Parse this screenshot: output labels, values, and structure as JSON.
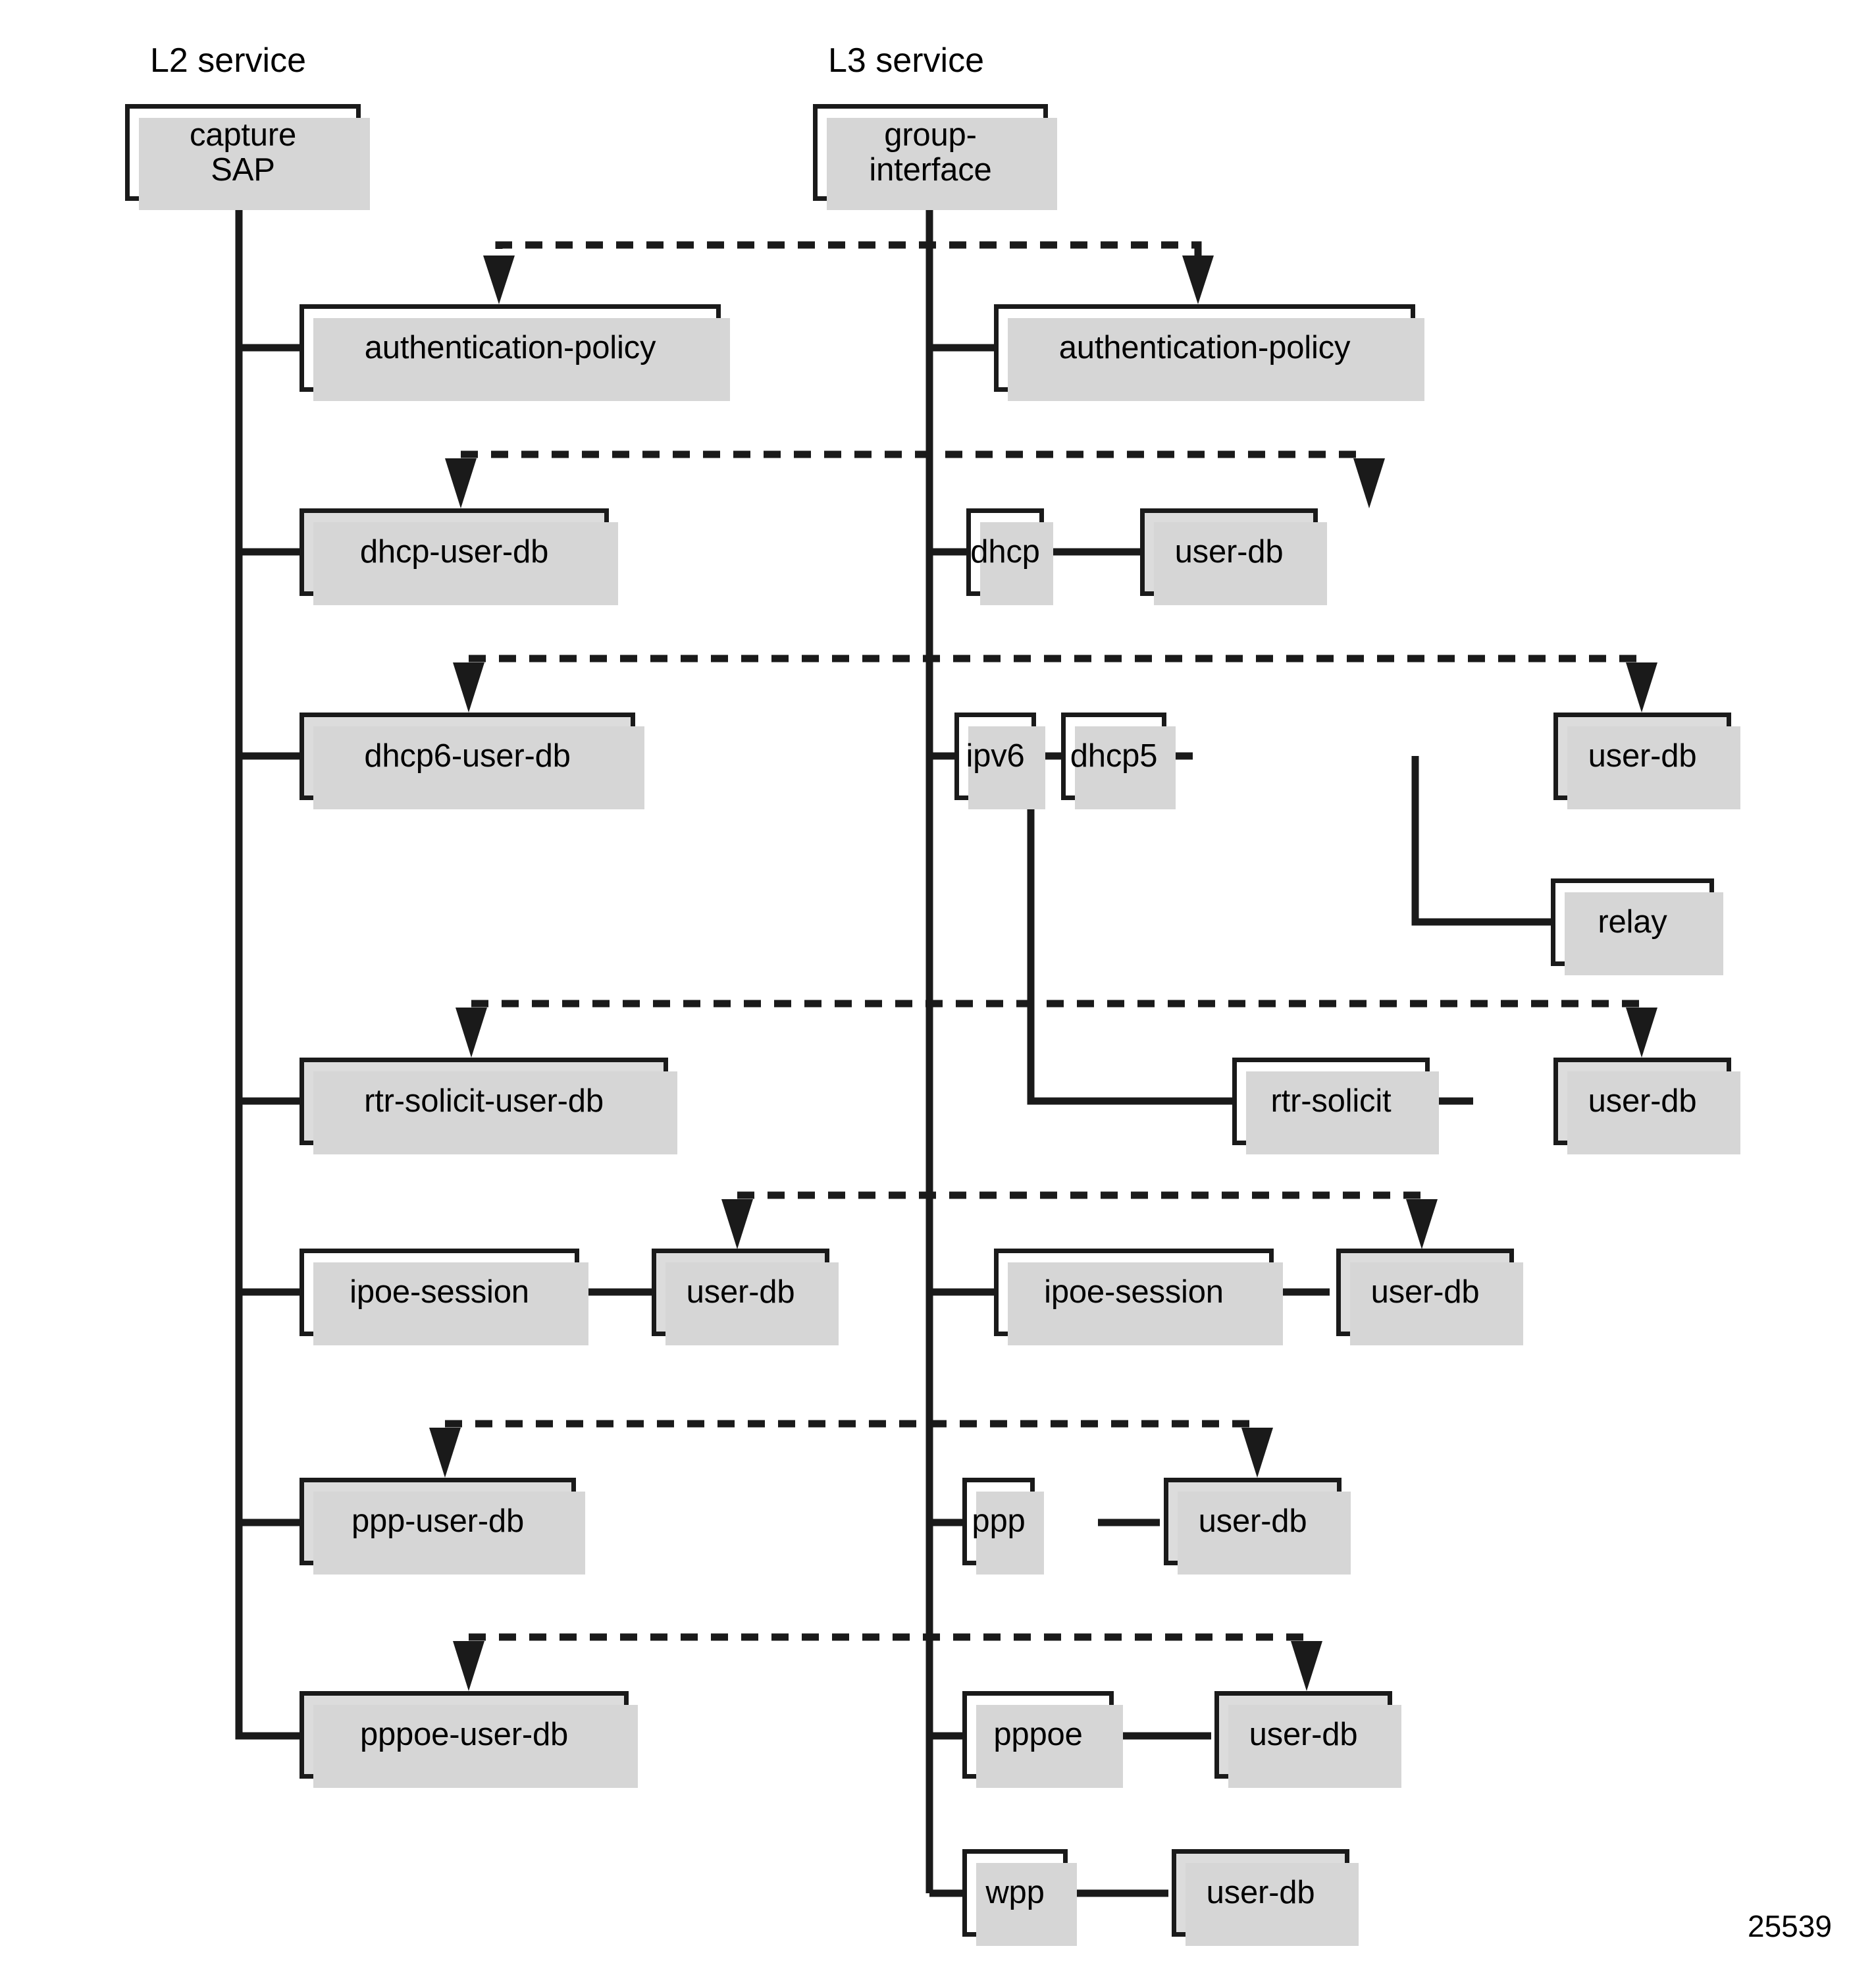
{
  "figure": {
    "number": "25539",
    "columns": [
      {
        "id": "l2",
        "header": "L2 service",
        "root": "capture\nSAP"
      },
      {
        "id": "l3",
        "header": "L3 service",
        "root": "group-\ninterface"
      }
    ],
    "rows": [
      {
        "id": "authentication-policy",
        "l2": [
          {
            "label": "authentication-policy",
            "shaded": false
          }
        ],
        "l3": [
          {
            "label": "authentication-policy",
            "shaded": false
          }
        ]
      },
      {
        "id": "dhcp",
        "l2": [
          {
            "label": "dhcp-user-db",
            "shaded": true
          }
        ],
        "l3": [
          {
            "label": "dhcp",
            "shaded": false
          },
          {
            "label": "user-db",
            "shaded": true
          }
        ]
      },
      {
        "id": "dhcp6",
        "l2": [
          {
            "label": "dhcp6-user-db",
            "shaded": true
          }
        ],
        "l3": [
          {
            "label": "ipv6",
            "shaded": false
          },
          {
            "label": "dhcp5",
            "shaded": false
          },
          {
            "label": "user-db",
            "shaded": true
          },
          {
            "label": "relay",
            "shaded": false
          }
        ]
      },
      {
        "id": "rtr-solicit",
        "l2": [
          {
            "label": "rtr-solicit-user-db",
            "shaded": true
          }
        ],
        "l3": [
          {
            "label": "rtr-solicit",
            "shaded": false
          },
          {
            "label": "user-db",
            "shaded": true
          }
        ]
      },
      {
        "id": "ipoe-session",
        "l2": [
          {
            "label": "ipoe-session",
            "shaded": false
          },
          {
            "label": "user-db",
            "shaded": true
          }
        ],
        "l3": [
          {
            "label": "ipoe-session",
            "shaded": false
          },
          {
            "label": "user-db",
            "shaded": true
          }
        ]
      },
      {
        "id": "ppp",
        "l2": [
          {
            "label": "ppp-user-db",
            "shaded": true
          }
        ],
        "l3": [
          {
            "label": "ppp",
            "shaded": false
          },
          {
            "label": "user-db",
            "shaded": true
          }
        ]
      },
      {
        "id": "pppoe",
        "l2": [
          {
            "label": "pppoe-user-db",
            "shaded": true
          }
        ],
        "l3": [
          {
            "label": "pppoe",
            "shaded": false
          },
          {
            "label": "user-db",
            "shaded": true
          }
        ]
      },
      {
        "id": "wpp",
        "l2": [],
        "l3": [
          {
            "label": "wpp",
            "shaded": false
          },
          {
            "label": "user-db",
            "shaded": true
          }
        ]
      }
    ],
    "colors": {
      "line": "#1a1a1a",
      "shaded_fill": "#dcdcdc",
      "plain_fill": "#ffffff",
      "shadow": "#d6d6d6",
      "background": "#ffffff"
    }
  }
}
